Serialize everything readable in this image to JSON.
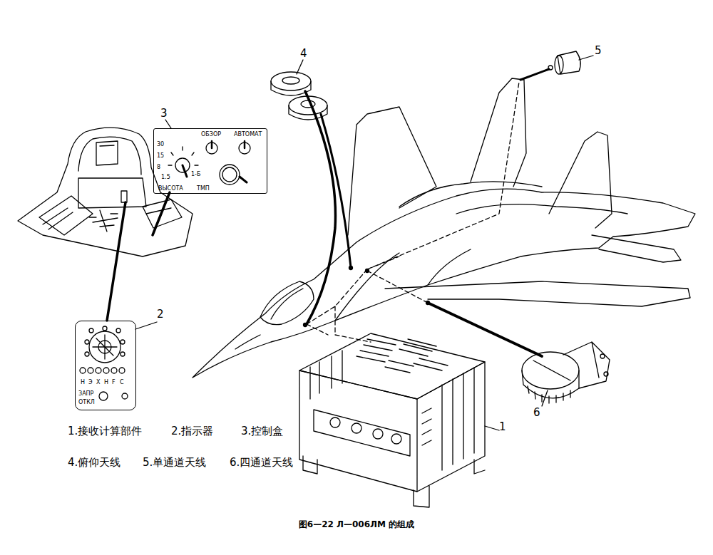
{
  "diagram": {
    "caption": "图6—22 Л—006ЛМ 的组成",
    "nodes": [
      {
        "text": [
          "ОБЗОР",
          "АВТОМАТ",
          "30",
          "15",
          "8",
          "1.5",
          "1-Б",
          "ВЫСОТА",
          "ТМП"
        ]
      },
      {
        "text": [
          "Н",
          "Э",
          "Х",
          "Н",
          "F",
          "С",
          "ЗАПР",
          "ОТКЛ"
        ]
      }
    ],
    "labels": [
      "1",
      "2",
      "3",
      "4",
      "5",
      "6",
      "1.接收计算部件",
      "2.指示器",
      "3.控制盒",
      "4.俯仰天线",
      "5.单通道天线",
      "6.四通道天线"
    ]
  }
}
